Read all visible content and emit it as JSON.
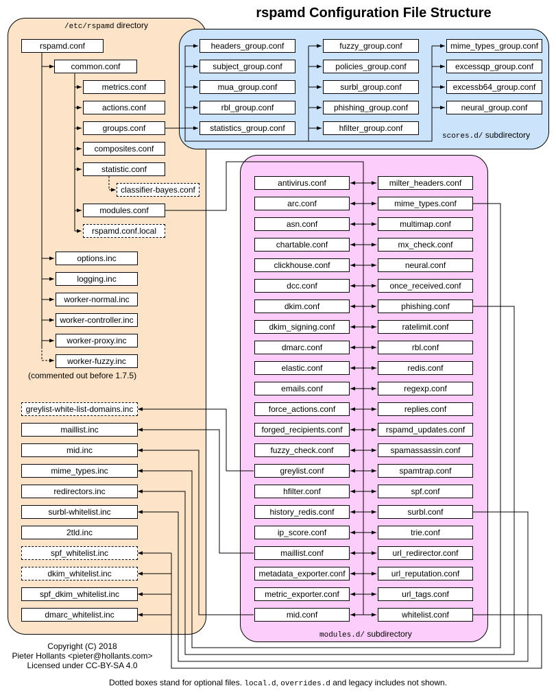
{
  "title": "rspamd Configuration File Structure",
  "etc_region": {
    "path": "/etc/rspamd",
    "suffix": " directory"
  },
  "scores_region": {
    "path": "scores.d/",
    "suffix": " subdirectory"
  },
  "modules_region": {
    "path": "modules.d/",
    "suffix": " subdirectory"
  },
  "etc_files": {
    "rspamd_conf": "rspamd.conf",
    "common_conf": "common.conf",
    "metrics_conf": "metrics.conf",
    "actions_conf": "actions.conf",
    "groups_conf": "groups.conf",
    "composites_conf": "composites.conf",
    "statistic_conf": "statistic.conf",
    "classifier_bayes_conf": "classifier-bayes.conf",
    "modules_conf": "modules.conf",
    "rspamd_conf_local": "rspamd.conf.local",
    "options_inc": "options.inc",
    "logging_inc": "logging.inc",
    "worker_normal_inc": "worker-normal.inc",
    "worker_controller_inc": "worker-controller.inc",
    "worker_proxy_inc": "worker-proxy.inc",
    "worker_fuzzy_inc": "worker-fuzzy.inc",
    "worker_fuzzy_note": "(commented out before 1.7.5)"
  },
  "map_files": [
    "greylist-white-list-domains.inc",
    "maillist.inc",
    "mid.inc",
    "mime_types.inc",
    "redirectors.inc",
    "surbl-whitelist.inc",
    "2tld.inc",
    "spf_whitelist.inc",
    "dkim_whitelist.inc",
    "spf_dkim_whitelist.inc",
    "dmarc_whitelist.inc"
  ],
  "score_groups": [
    [
      "headers_group.conf",
      "subject_group.conf",
      "mua_group.conf",
      "rbl_group.conf",
      "statistics_group.conf"
    ],
    [
      "fuzzy_group.conf",
      "policies_group.conf",
      "surbl_group.conf",
      "phishing_group.conf",
      "hfilter_group.conf"
    ],
    [
      "mime_types_group.conf",
      "excessqp_group.conf",
      "excessb64_group.conf",
      "neural_group.conf"
    ]
  ],
  "modules_left": [
    "antivirus.conf",
    "arc.conf",
    "asn.conf",
    "chartable.conf",
    "clickhouse.conf",
    "dcc.conf",
    "dkim.conf",
    "dkim_signing.conf",
    "dmarc.conf",
    "elastic.conf",
    "emails.conf",
    "force_actions.conf",
    "forged_recipients.conf",
    "fuzzy_check.conf",
    "greylist.conf",
    "hfilter.conf",
    "history_redis.conf",
    "ip_score.conf",
    "maillist.conf",
    "metadata_exporter.conf",
    "metric_exporter.conf",
    "mid.conf"
  ],
  "modules_right": [
    "milter_headers.conf",
    "mime_types.conf",
    "multimap.conf",
    "mx_check.conf",
    "neural.conf",
    "once_received.conf",
    "phishing.conf",
    "ratelimit.conf",
    "rbl.conf",
    "redis.conf",
    "regexp.conf",
    "replies.conf",
    "rspamd_updates.conf",
    "spamassassin.conf",
    "spamtrap.conf",
    "spf.conf",
    "surbl.conf",
    "trie.conf",
    "url_redirector.conf",
    "url_reputation.conf",
    "url_tags.conf",
    "whitelist.conf"
  ],
  "copyright": [
    "Copyright (C) 2018",
    "Pieter Hollants <pieter@hollants.com>",
    "Licensed under CC-BY-SA 4.0"
  ],
  "footer": {
    "text1": "Dotted boxes stand for optional files. ",
    "code1": "local.d",
    "text2": ", ",
    "code2": "overrides.d",
    "text3": " and legacy includes not shown."
  }
}
